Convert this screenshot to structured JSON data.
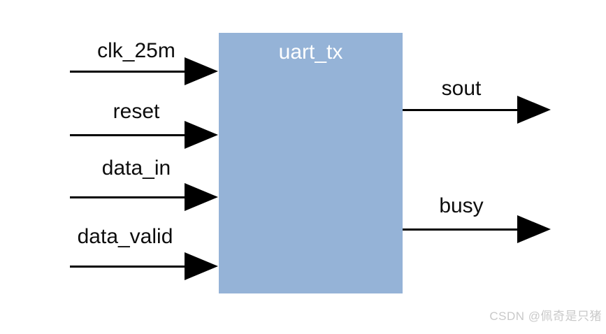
{
  "diagram": {
    "block": {
      "label": "uart_tx",
      "fill": "#95b3d7",
      "text_color": "#ffffff"
    },
    "inputs": [
      {
        "label": "clk_25m"
      },
      {
        "label": "reset"
      },
      {
        "label": "data_in"
      },
      {
        "label": "data_valid"
      }
    ],
    "outputs": [
      {
        "label": "sout"
      },
      {
        "label": "busy"
      }
    ],
    "arrow": {
      "color": "#000000",
      "direction_inputs": "left-to-right into block",
      "direction_outputs": "block to right"
    }
  },
  "watermark": {
    "text": "CSDN @佩奇是只猪",
    "color": "#c9c9c9"
  }
}
